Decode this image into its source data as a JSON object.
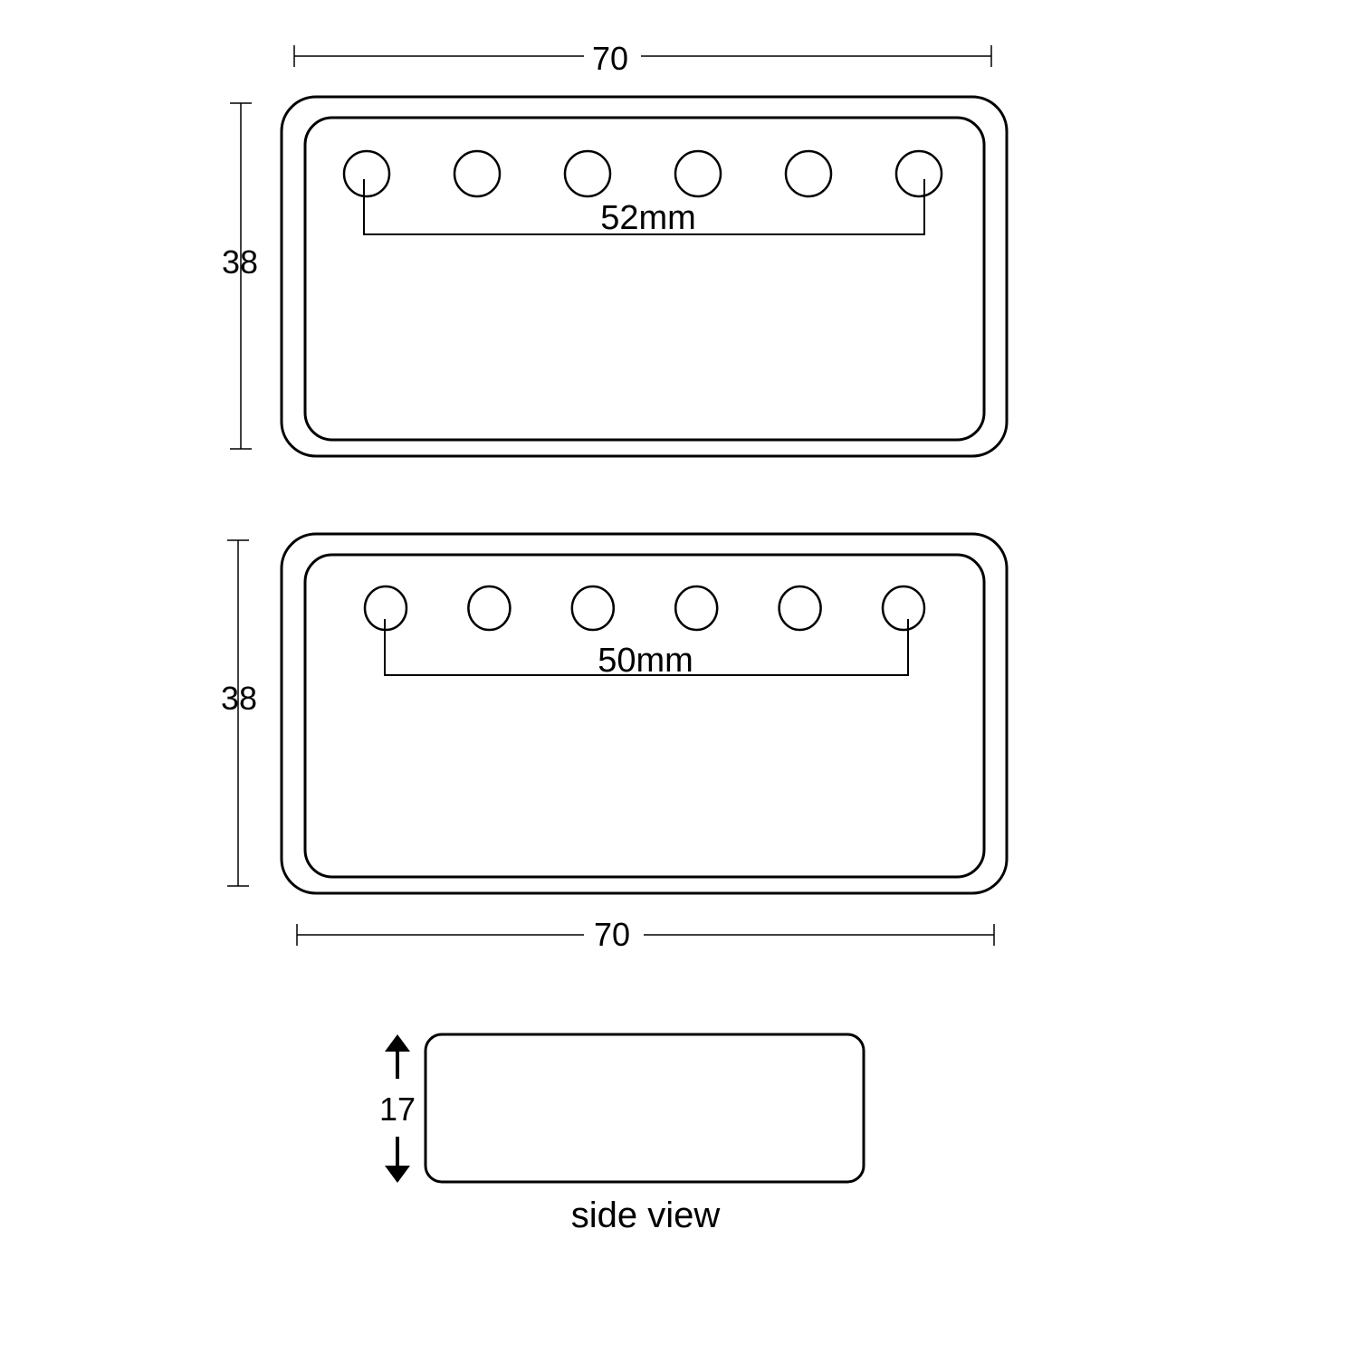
{
  "diagram": {
    "top_cover": {
      "width_label": "70",
      "height_label": "38",
      "pole_spacing_label": "52mm",
      "pole_count": 6
    },
    "bottom_cover": {
      "width_label": "70",
      "height_label": "38",
      "pole_spacing_label": "50mm",
      "pole_count": 6
    },
    "side_view": {
      "height_label": "17",
      "caption": "side view"
    },
    "colors": {
      "line": "#000000",
      "background": "#ffffff"
    }
  }
}
